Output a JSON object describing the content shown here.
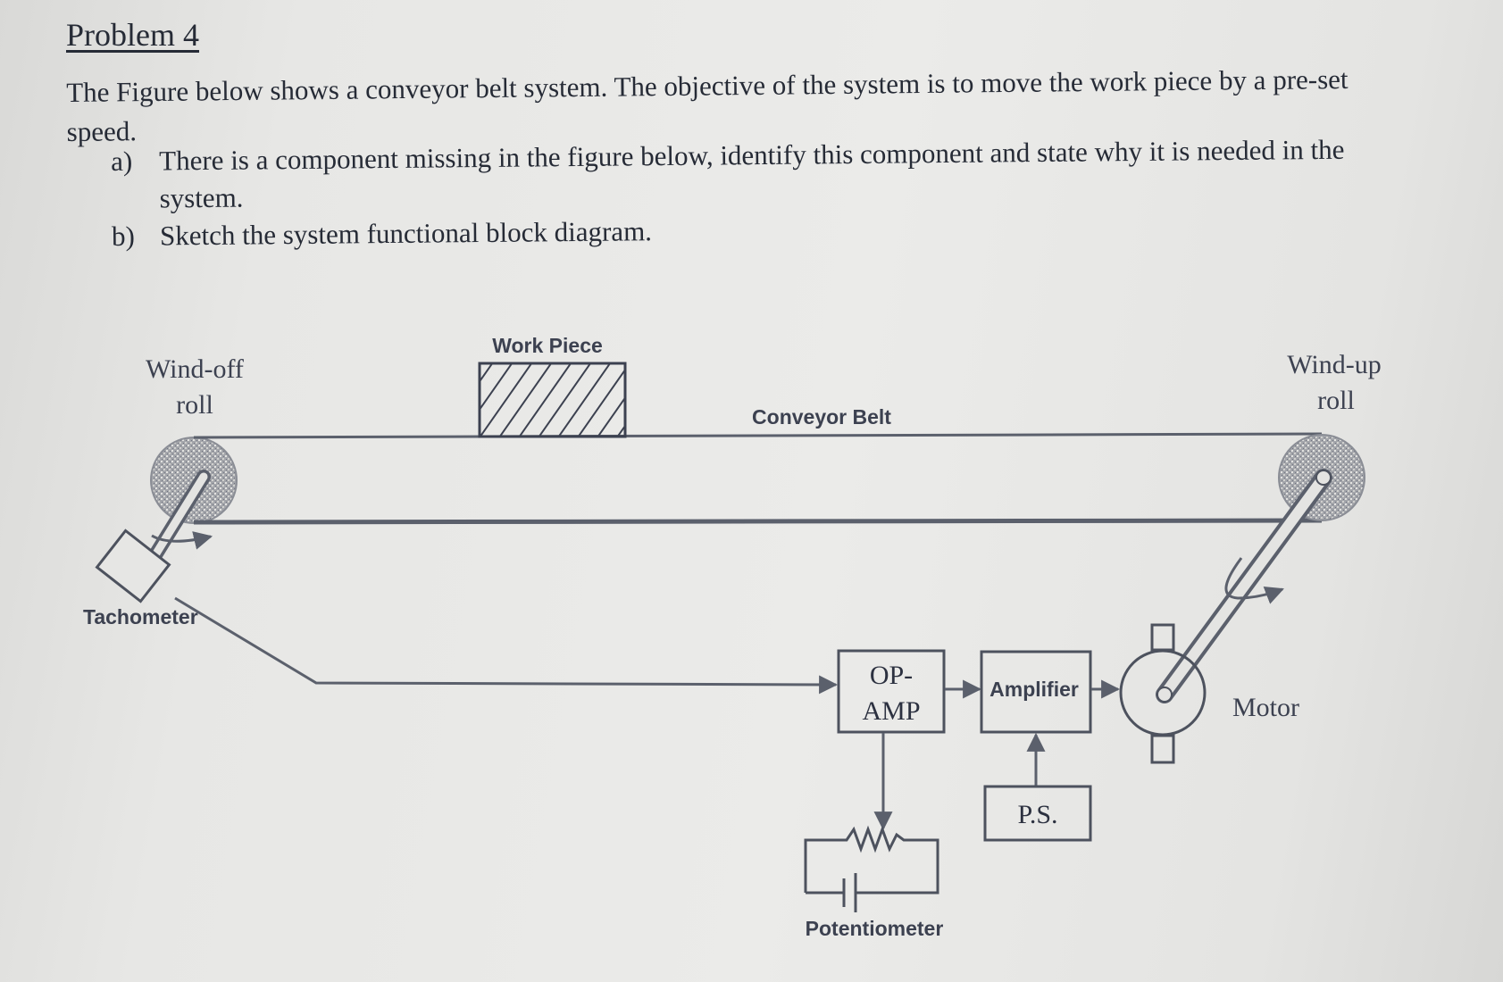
{
  "heading": "Problem 4",
  "intro": "The Figure below shows a conveyor belt system. The objective of the system is to move the work piece by a pre-set speed.",
  "questions": [
    {
      "marker": "a)",
      "text": "There is a component missing in the figure below, identify this component and state why it is needed in the system."
    },
    {
      "marker": "b)",
      "text": "Sketch the system functional block diagram."
    }
  ],
  "figure": {
    "wind_off_line1": "Wind-off",
    "wind_off_line2": "roll",
    "work_piece": "Work Piece",
    "conveyor_belt": "Conveyor Belt",
    "wind_up_line1": "Wind-up",
    "wind_up_line2": "roll",
    "tachometer": "Tachometer",
    "opamp_line1": "OP-",
    "opamp_line2": "AMP",
    "amplifier": "Amplifier",
    "ps": "P.S.",
    "motor": "Motor",
    "potentiometer": "Potentiometer"
  },
  "colors": {
    "ink": "#262b36",
    "line": "#5b606c",
    "paper": "#e8e8e6"
  }
}
